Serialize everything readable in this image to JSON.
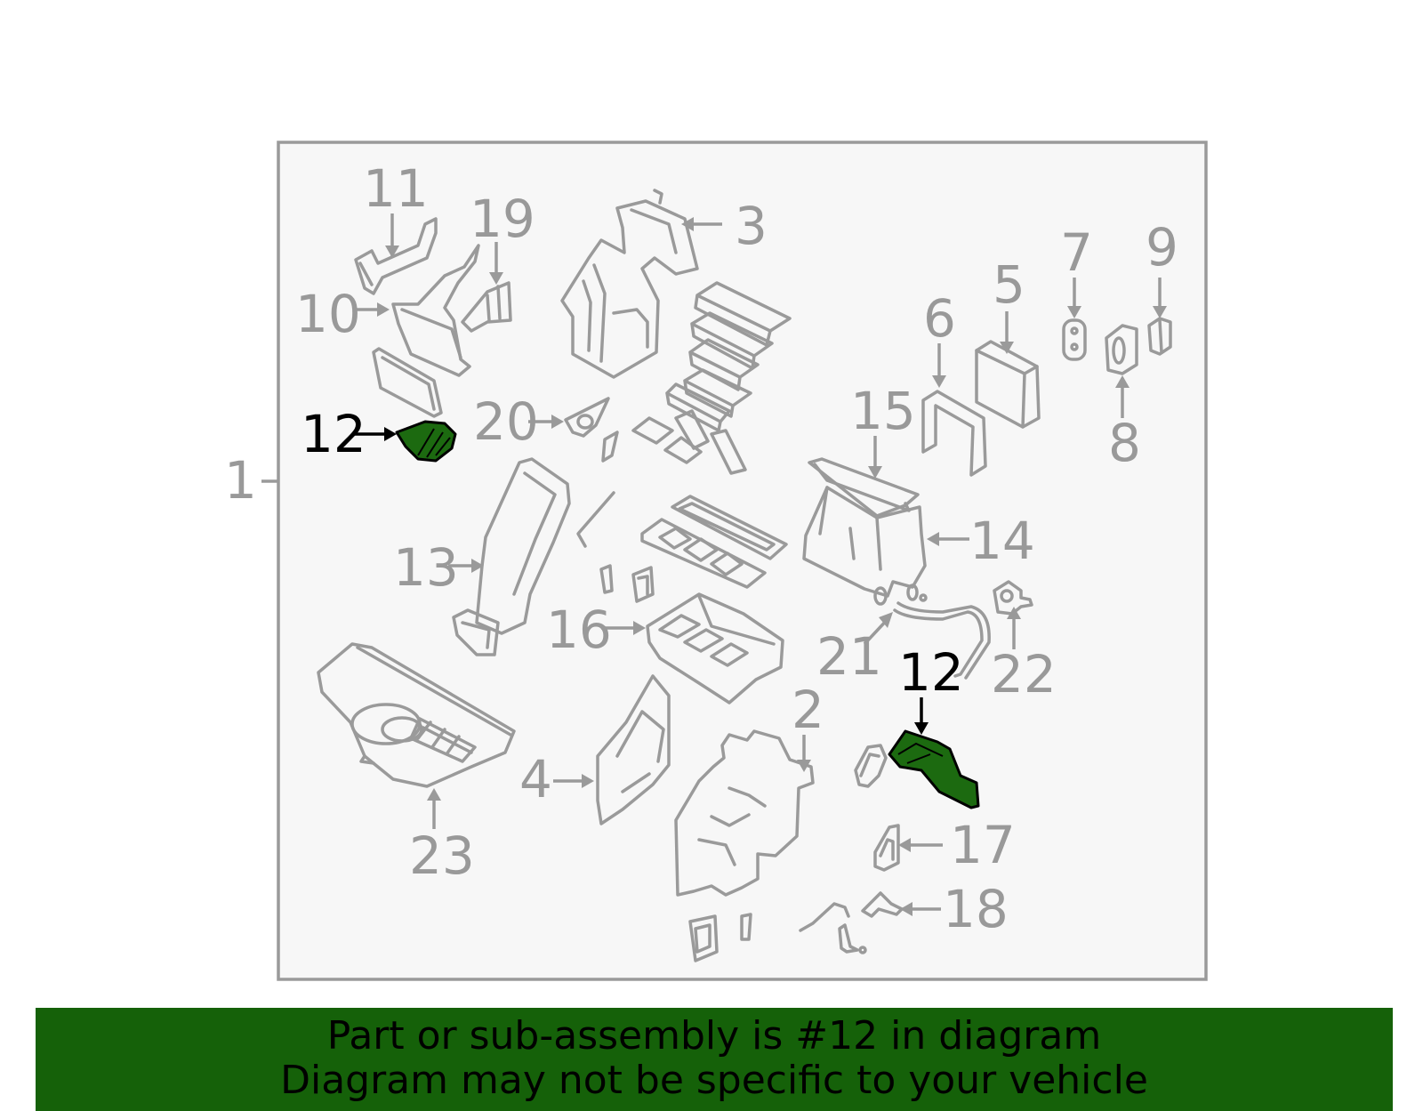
{
  "diagram": {
    "assembly_label": "1",
    "highlighted_part": "12",
    "highlight_color": "#1c6a10",
    "callouts": {
      "c2": "2",
      "c3": "3",
      "c4": "4",
      "c5": "5",
      "c6": "6",
      "c7": "7",
      "c8": "8",
      "c9": "9",
      "c10": "10",
      "c11": "11",
      "c12a": "12",
      "c12b": "12",
      "c13": "13",
      "c14": "14",
      "c15": "15",
      "c16": "16",
      "c17": "17",
      "c18": "18",
      "c19": "19",
      "c20": "20",
      "c21": "21",
      "c22": "22",
      "c23": "23"
    }
  },
  "banner": {
    "line1": "Part or sub-assembly is #12 in diagram",
    "line2": "Diagram may not be specific to your vehicle",
    "background": "#156109"
  }
}
